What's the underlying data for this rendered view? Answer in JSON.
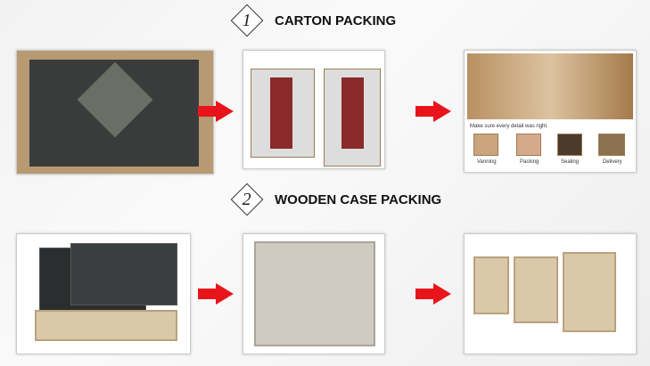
{
  "sections": [
    {
      "number": "1",
      "title": "CARTON PACKING"
    },
    {
      "number": "2",
      "title": "WOODEN CASE PACKING"
    }
  ],
  "warehouse_panel": {
    "caption": "Make sure every detail was right.",
    "steps": [
      "Vanning",
      "Packing",
      "Sealing",
      "Delivery"
    ]
  },
  "colors": {
    "arrow": "#e8141b",
    "background": "#f2f2f2"
  },
  "icons": [
    "right-arrow-icon"
  ]
}
